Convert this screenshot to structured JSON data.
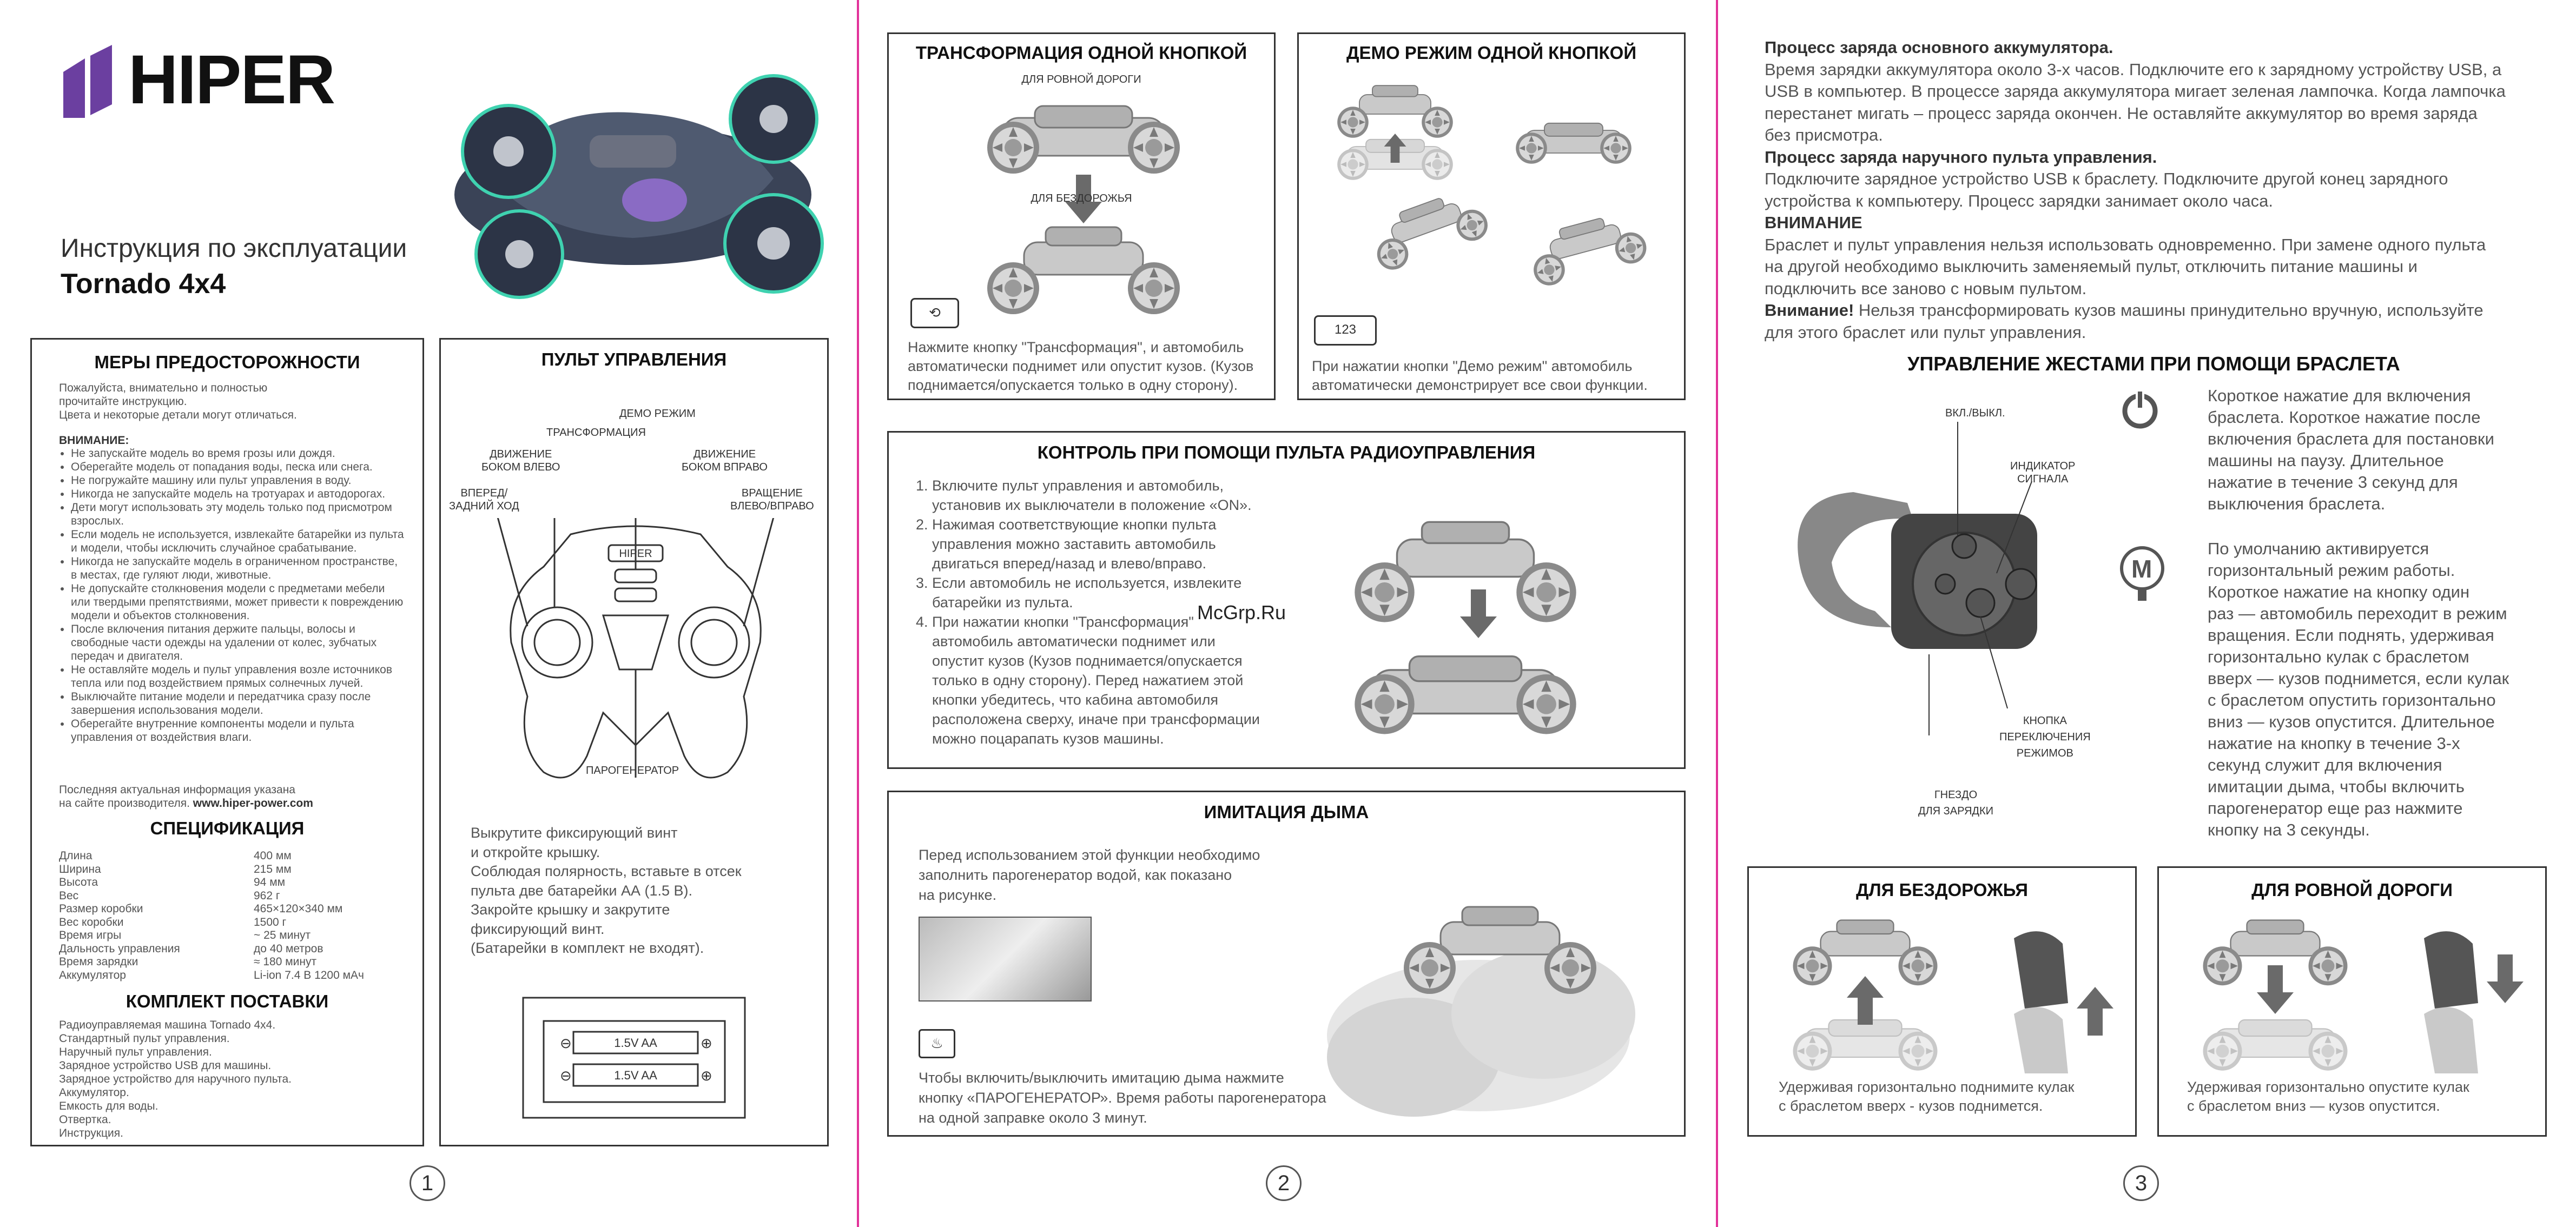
{
  "brand": {
    "name": "HIPER"
  },
  "cover": {
    "title": "Инструкция по эксплуатации",
    "model": "Tornado 4x4"
  },
  "precautions": {
    "title": "МЕРЫ ПРЕДОСТОРОЖНОСТИ",
    "intro": [
      "Пожалуйста, внимательно и полностью",
      "прочитайте инструкцию.",
      "Цвета и некоторые детали могут отличаться."
    ],
    "warning_title": "ВНИМАНИЕ:",
    "items": [
      "Не запускайте модель во время грозы или дождя.",
      "Оберегайте модель от попадания воды, песка или снега.",
      "Не погружайте машину или пульт управления в воду.",
      "Никогда не запускайте модель на тротуарах и автодорогах.",
      "Дети могут использовать эту модель только под присмотром взрослых.",
      "Если модель не используется, извлекайте батарейки из пульта и модели, чтобы исключить случайное срабатывание.",
      "Никогда не запускайте модель в ограниченном пространстве, в местах, где гуляют люди, животные.",
      "Не допускайте столкновения модели с предметами мебели или твердыми препятствиями, может привести к повреждению модели и объектов столкновения.",
      "После включения питания держите пальцы, волосы и свободные части одежды на удалении от колес, зубчатых передач и двигателя.",
      "Не оставляйте модель и пульт управления возле источников тепла или под воздействием прямых солнечных лучей.",
      "Выключайте питание модели и передатчика сразу после завершения использования модели.",
      "Оберегайте внутренние компоненты модели и пульта управления от воздействия влаги."
    ],
    "footer_1": "Последняя актуальная информация указана",
    "footer_2": "на сайте производителя.",
    "site": "www.hiper-power.com"
  },
  "specs": {
    "title": "СПЕЦИФИКАЦИЯ",
    "rows": [
      {
        "label": "Длина",
        "value": "400 мм"
      },
      {
        "label": "Ширина",
        "value": "215 мм"
      },
      {
        "label": "Высота",
        "value": "94 мм"
      },
      {
        "label": "Вес",
        "value": "962 г"
      },
      {
        "label": "Размер коробки",
        "value": "465×120×340 мм"
      },
      {
        "label": "Вес коробки",
        "value": "1500 г"
      },
      {
        "label": "Время игры",
        "value": "~ 25 минут"
      },
      {
        "label": "Дальность управления",
        "value": "до 40 метров"
      },
      {
        "label": "Время зарядки",
        "value": "≈ 180 минут"
      },
      {
        "label": "Аккумулятор",
        "value": "Li-ion 7.4 В 1200 мАч"
      }
    ]
  },
  "kit": {
    "title": "КОМПЛЕКТ ПОСТАВКИ",
    "items": [
      "Радиоуправляемая машина Tornado 4x4.",
      "Стандартный пульт управления.",
      "Наручный пульт управления.",
      "Зарядное устройство USB для машины.",
      "Зарядное устройство для наручного пульта.",
      "Аккумулятор.",
      "Емкость для воды.",
      "Отвертка.",
      "Инструкция."
    ]
  },
  "remote": {
    "title": "ПУЛЬТ УПРАВЛЕНИЯ",
    "labels": {
      "demo": "ДЕМО РЕЖИМ",
      "transform": "ТРАНСФОРМАЦИЯ",
      "move_left_1": "ДВИЖЕНИЕ",
      "move_left_2": "БОКОМ ВЛЕВО",
      "move_right_1": "ДВИЖЕНИЕ",
      "move_right_2": "БОКОМ ВПРАВО",
      "fwd_1": "ВПЕРЕД/",
      "fwd_2": "ЗАДНИЙ ХОД",
      "rot_1": "ВРАЩЕНИЕ",
      "rot_2": "ВЛЕВО/ВПРАВО",
      "steam": "ПАРОГЕНЕРАТОР"
    },
    "battery_text": [
      "Выкрутите фиксирующий винт",
      "и откройте крышку.",
      "Соблюдая полярность, вставьте в отсек",
      "пульта две батарейки АА (1.5 В).",
      "Закройте крышку и закрутите",
      "фиксирующий винт.",
      "(Батарейки в комплект не входят)."
    ],
    "battery_label": "1.5V AA"
  },
  "transform": {
    "title": "ТРАНСФОРМАЦИЯ ОДНОЙ КНОПКОЙ",
    "label_road": "ДЛЯ РОВНОЙ ДОРОГИ",
    "label_offroad": "ДЛЯ БЕЗДОРОЖЬЯ",
    "text": [
      "Нажмите кнопку \"Трансформация\", и автомобиль",
      "автоматически поднимет или опустит кузов. (Кузов",
      "поднимается/опускается только в одну сторону)."
    ]
  },
  "demo": {
    "title": "ДЕМО РЕЖИМ ОДНОЙ КНОПКОЙ",
    "icon_text": "123",
    "text": [
      "При нажатии кнопки \"Демо режим\" автомобиль",
      "автоматически демонстрирует все свои функции."
    ]
  },
  "rc_control": {
    "title": "КОНТРОЛЬ ПРИ ПОМОЩИ ПУЛЬТА РАДИОУПРАВЛЕНИЯ",
    "items": [
      [
        "Включите пульт управления и автомобиль,",
        "установив их выключатели в положение «ON»."
      ],
      [
        "Нажимая соответствующие кнопки пульта",
        "управления можно заставить автомобиль",
        "двигаться вперед/назад и влево/вправо."
      ],
      [
        "Если автомобиль не используется, извлеките",
        "батарейки из пульта."
      ],
      [
        "При нажатии кнопки \"Трансформация\"",
        "автомобиль автоматически поднимет или",
        "опустит кузов (Кузов поднимается/опускается",
        "только в одну сторону). Перед нажатием этой",
        "кнопки убедитесь, что кабина автомобиля",
        "расположена сверху, иначе при трансформации",
        "можно поцарапать кузов машины."
      ]
    ]
  },
  "watermark": "McGrp.Ru",
  "smoke": {
    "title": "ИМИТАЦИЯ ДЫМА",
    "text_1": [
      "Перед использованием этой функции необходимо",
      "заполнить парогенератор водой, как показано",
      "на рисунке."
    ],
    "text_2": [
      "Чтобы включить/выключить имитацию дыма нажмите",
      "кнопку «ПАРОГЕНЕРАТОР». Время работы парогенератора",
      "на одной заправке около 3 минут."
    ]
  },
  "charging": {
    "h1": "Процесс заряда основного аккумулятора.",
    "p1": [
      "Время зарядки аккумулятора около 3-х часов. Подключите его к зарядному устройству USB, а",
      "USB в компьютер. В процессе заряда аккумулятора мигает зеленая лампочка. Когда лампочка",
      "перестанет мигать – процесс заряда окончен.  Не оставляйте аккумулятор во время заряда",
      "без присмотра."
    ],
    "h2": "Процесс заряда наручного пульта управления.",
    "p2": [
      "Подключите зарядное устройство USB к браслету. Подключите другой конец зарядного",
      "устройства к компьютеру. Процесс зарядки занимает около часа."
    ],
    "h3": "ВНИМАНИЕ",
    "p3": [
      "Браслет и пульт управления нельзя использовать одновременно. При замене одного пульта",
      "на другой необходимо выключить заменяемый пульт, отключить питание машины и",
      "подключить все заново с новым пультом."
    ],
    "warn_bold": "Внимание!",
    "warn_1": " Нельзя трансформировать кузов машины принудительно вручную, используйте",
    "warn_2": "для этого браслет или пульт управления."
  },
  "gestures": {
    "title": "УПРАВЛЕНИЕ ЖЕСТАМИ ПРИ ПОМОЩИ БРАСЛЕТА",
    "labels": {
      "onoff": "ВКЛ./ВЫКЛ.",
      "ind_1": "ИНДИКАТОР",
      "ind_2": "СИГНАЛА",
      "btn_1": "КНОПКА",
      "btn_2": "ПЕРЕКЛЮЧЕНИЯ",
      "btn_3": "РЕЖИМОВ",
      "sock_1": "ГНЕЗДО",
      "sock_2": "ДЛЯ ЗАРЯДКИ"
    },
    "power_text": [
      "Короткое нажатие для включения",
      "браслета. Короткое нажатие после",
      "включения браслета для постановки",
      "машины на паузу. Длительное",
      "нажатие в течение 3 секунд для",
      "выключения браслета."
    ],
    "mode_icon": "M",
    "mode_text": [
      "По умолчанию активируется",
      "горизонтальный режим работы.",
      "Короткое нажатие на кнопку один",
      "раз — автомобиль переходит в режим",
      "вращения. Если поднять, удерживая",
      "горизонтально кулак с браслетом",
      "вверх — кузов поднимется, если кулак",
      "с браслетом опустить горизонтально",
      "вниз — кузов опустится. Длительное",
      "нажатие на кнопку в течение 3-х",
      "секунд служит для включения",
      "имитации дыма, чтобы включить",
      "парогенератор еще раз нажмите",
      "кнопку на 3 секунды."
    ]
  },
  "offroad": {
    "title": "ДЛЯ БЕЗДОРОЖЬЯ",
    "text": [
      "Удерживая горизонтально поднимите кулак",
      "с браслетом вверх - кузов поднимется."
    ]
  },
  "flatroad": {
    "title": "ДЛЯ РОВНОЙ ДОРОГИ",
    "text": [
      "Удерживая горизонтально опустите кулак",
      "с браслетом вниз — кузов опустится."
    ]
  },
  "pages": {
    "p1": "1",
    "p2": "2",
    "p3": "3"
  },
  "colors": {
    "brand_purple": "#6b3fa0",
    "fold_line": "#e2329a",
    "car_green": "#3fd2b0"
  }
}
